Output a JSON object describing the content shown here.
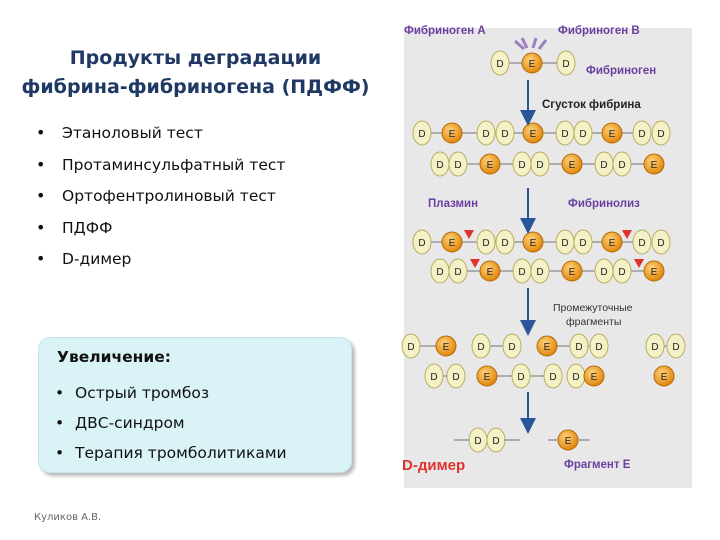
{
  "title_line1": "Продукты деградации",
  "title_line2": "фибрина-фибриногена (ПДФФ)",
  "tests": [
    "Этаноловый тест",
    "Протаминсульфатный тест",
    "Ортофентролиновый тест",
    "ПДФФ",
    "D-димер"
  ],
  "increase": {
    "title": "Увеличение:",
    "items": [
      "Острый тромбоз",
      "ДВС-синдром",
      "Терапия тромболитиками"
    ]
  },
  "author": "Куликов А.В.",
  "diagram": {
    "fibrinogen_a": "Фибриноген А",
    "fibrinogen_b": "Фибриноген В",
    "fibrinogen": "Фибриноген",
    "clot": "Сгусток фибрина",
    "plasmin": "Плазмин",
    "fibrinolysis": "Фибринолиз",
    "intermediate1": "Промежуточные",
    "intermediate2": "фрагменты",
    "d_dimer": "D-димер",
    "fragment_e": "Фрагмент Е",
    "letter_d": "D",
    "letter_e": "E"
  },
  "colors": {
    "title": "#1f3864",
    "label_purple": "#6b3fa0",
    "d_dimer_red": "#e0312d",
    "arrow": "#2a5599",
    "cleave": "#e0312d",
    "e_node": "#e8920c",
    "d_node": "#f3efc0"
  }
}
